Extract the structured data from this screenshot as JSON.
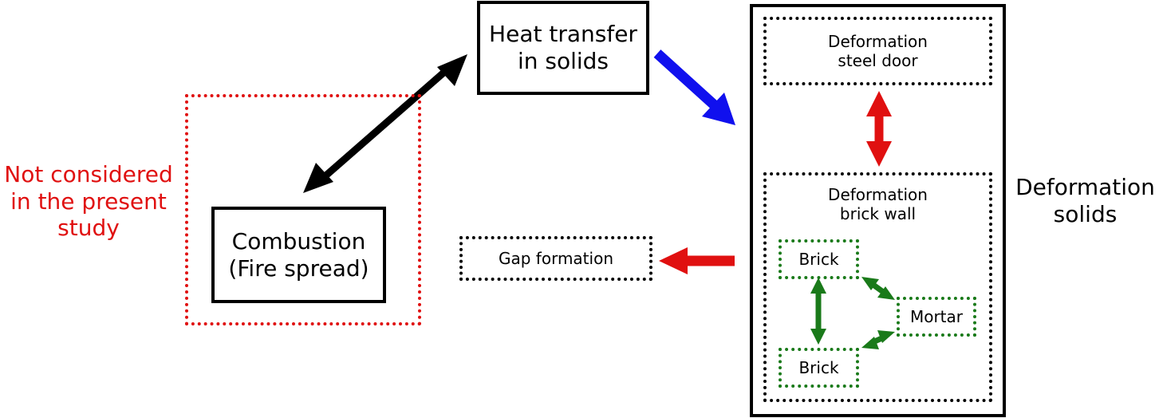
{
  "colors": {
    "black": "#000000",
    "red": "#e01010",
    "blue": "#1010ee",
    "green": "#1a7a1a"
  },
  "nodes": {
    "heat_transfer": {
      "line1": "Heat transfer",
      "line2": "in solids"
    },
    "combustion": {
      "line1": "Combustion",
      "line2": "(Fire spread)"
    },
    "gap_formation": {
      "label": "Gap formation"
    },
    "deformation_steel_door": {
      "line1": "Deformation",
      "line2": "steel door"
    },
    "deformation_brick_wall": {
      "line1": "Deformation",
      "line2": "brick wall"
    },
    "brick_top": {
      "label": "Brick"
    },
    "brick_bottom": {
      "label": "Brick"
    },
    "mortar": {
      "label": "Mortar"
    }
  },
  "annotations": {
    "not_considered": {
      "line1": "Not considered",
      "line2": "in the present",
      "line3": "study"
    },
    "deformation_solids": {
      "line1": "Deformation",
      "line2": "solids"
    }
  }
}
